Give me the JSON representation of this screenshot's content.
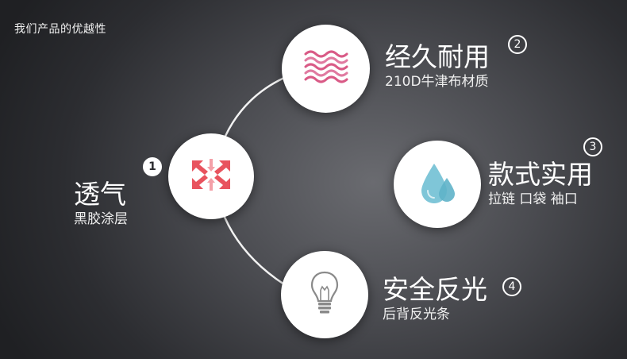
{
  "page_title": "我们产品的优越性",
  "features": [
    {
      "number": "1",
      "heading": "透气",
      "sub": "黑胶涂层",
      "icon": "breathable-arrows-icon"
    },
    {
      "number": "2",
      "heading": "经久耐用",
      "sub": "210D牛津布材质",
      "icon": "fabric-waves-icon"
    },
    {
      "number": "3",
      "heading": "款式实用",
      "sub": "拉链 口袋 袖口",
      "icon": "water-drops-icon"
    },
    {
      "number": "4",
      "heading": "安全反光",
      "sub": "后背反光条",
      "icon": "light-bulb-icon"
    }
  ],
  "colors": {
    "accent_red": "#e8535e",
    "accent_pink": "#d95a86",
    "accent_blue": "#7fc6d8",
    "bulb_gray": "#8a8a8a"
  }
}
